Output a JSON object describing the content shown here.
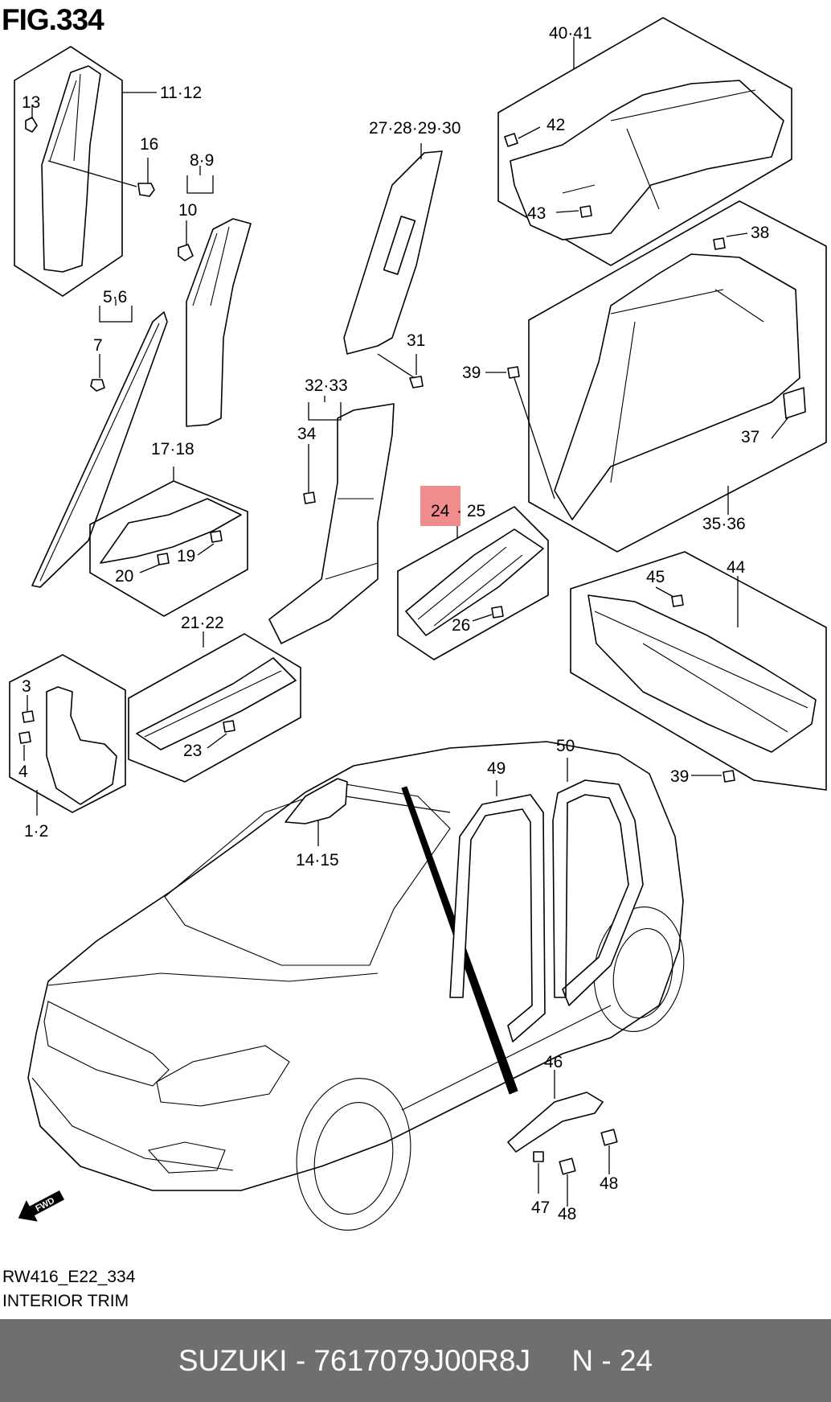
{
  "figure": {
    "title": "FIG.334",
    "code": "RW416_E22_334",
    "caption": "INTERIOR TRIM"
  },
  "highlight_color": "#f08c8c",
  "footer": {
    "brand": "SUZUKI",
    "separator": " - ",
    "part_number": "7617079J00R8J",
    "ref": "N - 24",
    "background": "#6f6f6f"
  },
  "fwd_label": "FWD",
  "callouts": {
    "c11_12": "11·12",
    "c13": "13",
    "c16": "16",
    "c8_9": "8·9",
    "c10": "10",
    "c5_6": "5·6",
    "c7": "7",
    "c27_30": "27·28·29·30",
    "c31": "31",
    "c40_41": "40·41",
    "c42": "42",
    "c43": "43",
    "c38": "38",
    "c39a": "39",
    "c37": "37",
    "c35_36": "35·36",
    "c32_33": "32·33",
    "c34": "34",
    "c17_18": "17·18",
    "c20": "20",
    "c19": "19",
    "c24": "24",
    "c25": "· 25",
    "c26": "26",
    "c45": "45",
    "c44": "44",
    "c39b": "39",
    "c21_22": "21·22",
    "c23": "23",
    "c3": "3",
    "c4": "4",
    "c1_2": "1·2",
    "c50": "50",
    "c49": "49",
    "c14_15": "14·15",
    "c46": "46",
    "c47": "47",
    "c48a": "48",
    "c48b": "48"
  }
}
